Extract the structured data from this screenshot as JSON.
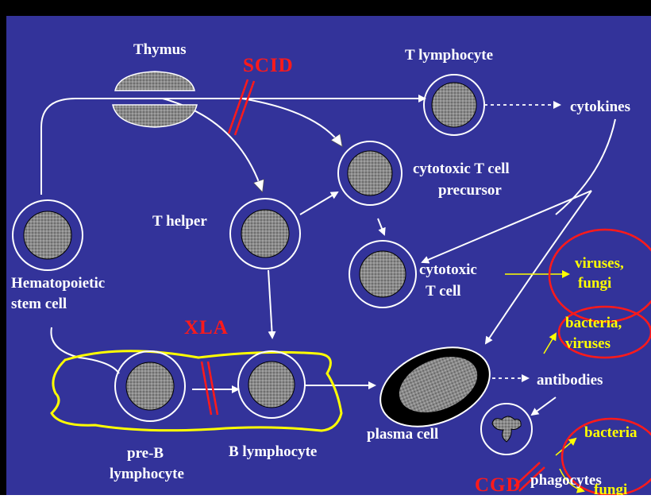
{
  "colors": {
    "background": "#33339a",
    "top_bar": "#000000",
    "cell_outline": "#ffffff",
    "nucleus_fill": "#808080",
    "arrow": "#ffffff",
    "defect_mark": "#ff1a1a",
    "pathogen_text": "#ffff00",
    "xla_outline": "#ffff00"
  },
  "labels": {
    "thymus": "Thymus",
    "t_lymphocyte": "T lymphocyte",
    "cytokines": "cytokines",
    "cytotoxic_precursor_line1": "cytotoxic T cell",
    "cytotoxic_precursor_line2": "precursor",
    "t_helper": "T helper",
    "hsc_line1": "Hematopoietic",
    "hsc_line2": "stem cell",
    "cytotoxic_line1": "cytotoxic",
    "cytotoxic_line2": "T cell",
    "pre_b_line1": "pre-B",
    "pre_b_line2": "lymphocyte",
    "b_lymphocyte": "B lymphocyte",
    "plasma_cell": "plasma cell",
    "antibodies": "antibodies",
    "phagocytes": "phagocytes"
  },
  "pathogens": {
    "viruses_fungi_line1": "viruses,",
    "viruses_fungi_line2": "fungi",
    "bacteria_viruses_line1": "bacteria,",
    "bacteria_viruses_line2": "viruses",
    "bacteria": "bacteria",
    "fungi": "fungi"
  },
  "defects": {
    "scid": "SCID",
    "xla": "XLA",
    "cgd": "CGD"
  }
}
